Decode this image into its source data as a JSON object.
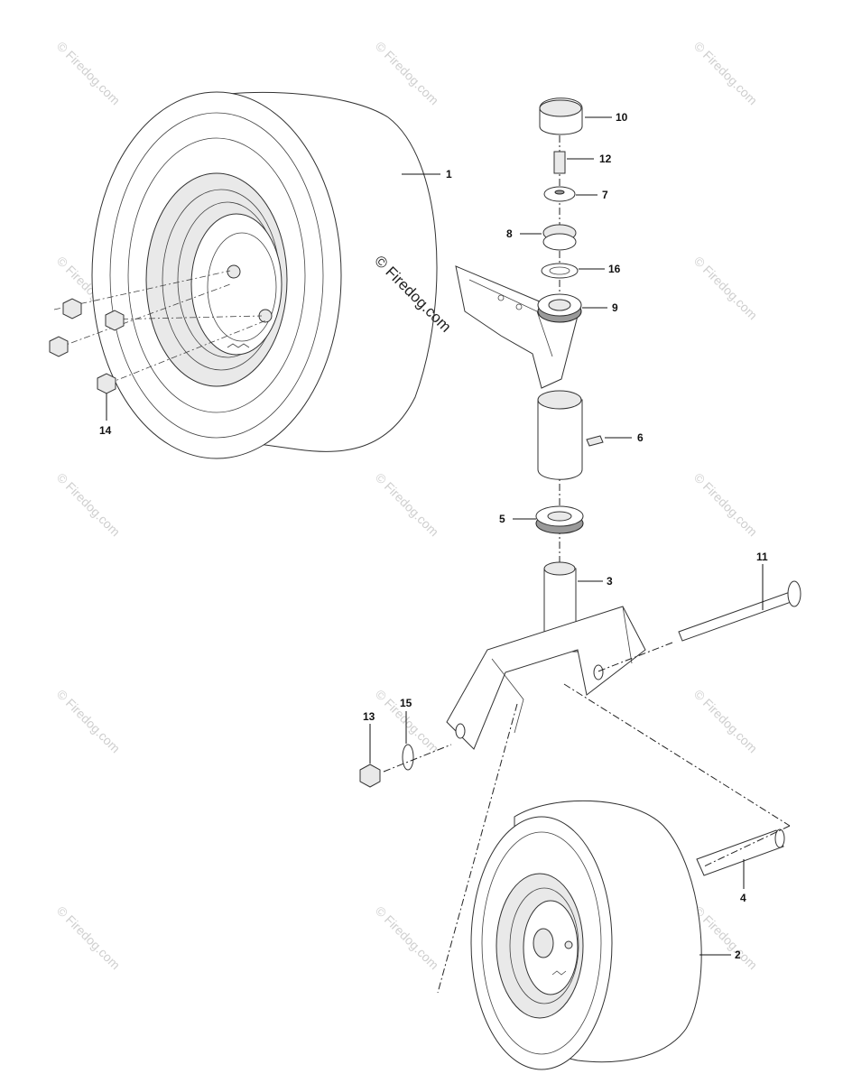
{
  "watermark": "© Firedog.com",
  "center_watermark": "© Firedog.com",
  "callouts": {
    "p1": "1",
    "p2": "2",
    "p3": "3",
    "p4": "4",
    "p5": "5",
    "p6": "6",
    "p7": "7",
    "p8": "8",
    "p9": "9",
    "p10": "10",
    "p11": "11",
    "p12": "12",
    "p13": "13",
    "p14": "14",
    "p15": "15",
    "p16": "16"
  }
}
